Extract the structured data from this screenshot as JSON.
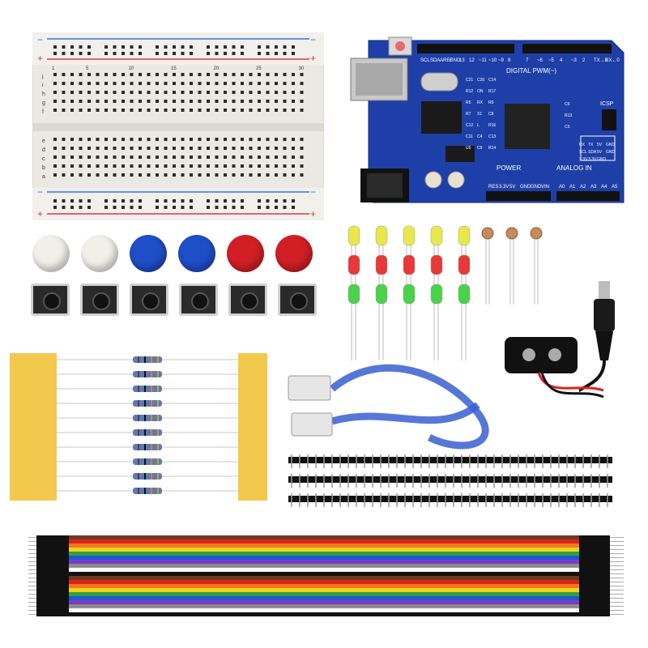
{
  "board": {
    "left_labels": [
      "SCL",
      "SDA",
      "AREF",
      "GND",
      "13",
      "12",
      "~11",
      "~10",
      "~9",
      "8"
    ],
    "right_labels": [
      "7",
      "~6",
      "~5",
      "4",
      "~3",
      "2",
      "TX→1",
      "RX←0"
    ],
    "title": "DIGITAL PWM(~)",
    "side_components": [
      "C21",
      "C20",
      "C14",
      "R12",
      "ON",
      "R17",
      "R5",
      "RX",
      "R9",
      "R7",
      "X1",
      "C8",
      "C12",
      "L",
      "R16",
      "C11",
      "C4",
      "C13",
      "U5",
      "C9",
      "R14"
    ],
    "icsp": "ICSP",
    "power_pins": [
      "RES",
      "3.3V",
      "5V",
      "GND",
      "GND",
      "VIN"
    ],
    "analog_pins": [
      "A0",
      "A1",
      "A2",
      "A3",
      "A4",
      "A5"
    ],
    "power_title": "POWER",
    "analog_title": "ANALOG IN",
    "bottom_header": [
      "RX",
      "TX",
      "5V",
      "GND",
      "SCL",
      "SDA",
      "5V",
      "GND",
      "3.3V",
      "3.3V",
      "GND"
    ],
    "misc": [
      "C6",
      "R13",
      "C5"
    ]
  },
  "breadboard": {
    "row_letters_top": [
      "j",
      "i",
      "h",
      "g",
      "f"
    ],
    "row_letters_bottom": [
      "e",
      "d",
      "c",
      "b",
      "a"
    ],
    "column_numbers": [
      "1",
      "5",
      "10",
      "15",
      "20",
      "25",
      "30"
    ],
    "rail_plus": "+",
    "rail_minus": "−"
  },
  "colors": {
    "board_blue": "#1e3fa8",
    "breadboard": "#ece9e4",
    "rail_red": "#d63a4a",
    "rail_blue": "#3a6fd6",
    "button_white": "#f1efea",
    "button_blue": "#1f4ec9",
    "button_red": "#d21f25",
    "led_yellow": "#e8e84a",
    "led_red": "#e83838",
    "led_green": "#49d24a",
    "usb_cable": "#3a5fd0",
    "resistor_tape": "#f2c94c"
  },
  "items": {
    "buttons": [
      "white",
      "white",
      "blue",
      "blue",
      "red",
      "red"
    ],
    "switch_count": 6,
    "led_columns": 5,
    "photoresistors": 3,
    "resistors": 10,
    "header_strips": 3,
    "jumper_colors": [
      "#6b3a1f",
      "#e02020",
      "#f07a1e",
      "#f2d21e",
      "#2ea043",
      "#2156d4",
      "#7a3bc4",
      "#8a8a8a",
      "#ffffff",
      "#111111"
    ]
  }
}
